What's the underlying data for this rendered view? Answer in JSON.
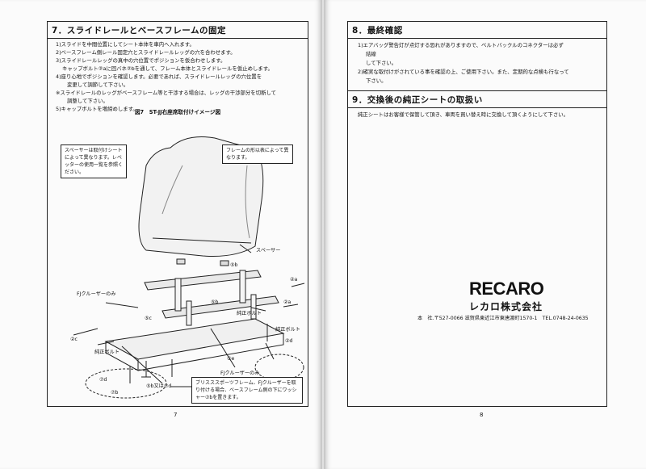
{
  "left": {
    "heading": "7．スライドレールとベースフレームの固定",
    "steps": [
      "1)スライドを中間位置にしてシート本体を車内へ入れます。",
      "2)ベースフレーム側レール固定穴とスライドレールレッグの穴を合わせます。",
      "3)スライドレールレッグの真中の穴位置でポジションを仮合わせします。",
      "キャップボルト②aに回バネ②bを通して、フレーム本体とスライドレールを仮止めします。",
      "4)座り心地でポジションを確認します。必要であれば、スライドレールレッグの穴位置を",
      "変更して調節して下さい。",
      "※スライドレールのレッグがベースフレーム等と干渉する場合は、レッグの干渉部分を切断して",
      "調整して下さい。",
      "5)キャップボルトを増締めします。"
    ],
    "figure_title": "図7　ST-JJ右座席取付けイメージ図",
    "callout_spacer": "スペーサーは取付けシートによって異なります。レベッターの使用一覧を参照ください。",
    "callout_frame": "フレームの形以表によって異なります。",
    "callout_bottom": "ブリスススポーツフレーム、FJクルーザーを取り付ける場合、ベースフレーム側の下にワッシャー⑦bを置きます。",
    "labels": {
      "spacer": "スペーサー",
      "fj_only": "FJクルーザーのみ",
      "fj_only2": "FJクルーザーのみ",
      "genuine_bolt": "純正ボルト",
      "genuine_bolt2": "純正ボルト",
      "genuine_bolt3": "純正ボルト",
      "b_or_d": "⑤b又は⑦d",
      "c5": "⑤c",
      "b5": "⑤b",
      "a2": "②a",
      "a2b": "②a",
      "c2": "②c",
      "d2": "②d",
      "d7": "⑦d",
      "b7": "⑦b",
      "e5": "⑤e",
      "b5b": "⑤b"
    },
    "page_number": "7"
  },
  "right": {
    "heading8": "8．最終確認",
    "items8": [
      "1)エアバッグ警告灯が点灯する恐れがありますので、ベルトバックルのコネクターは必ず",
      "結線",
      "して下さい。",
      "2)確実な取付けがされている事を確認の上、ご使用下さい。また、定期的な点検も行なって",
      "下さい。"
    ],
    "heading9": "9．交換後の純正シートの取扱い",
    "body9": "純正シートはお客様で保管して頂き、車両を買い替え時に交換して頂くようにして下さい。",
    "logo": "RECARO",
    "company": "レカロ株式会社",
    "address": "本　社.〒527-0066 滋賀県東近江市東唐渡町1570-1　TEL.0748-24-0635",
    "page_number": "8"
  }
}
